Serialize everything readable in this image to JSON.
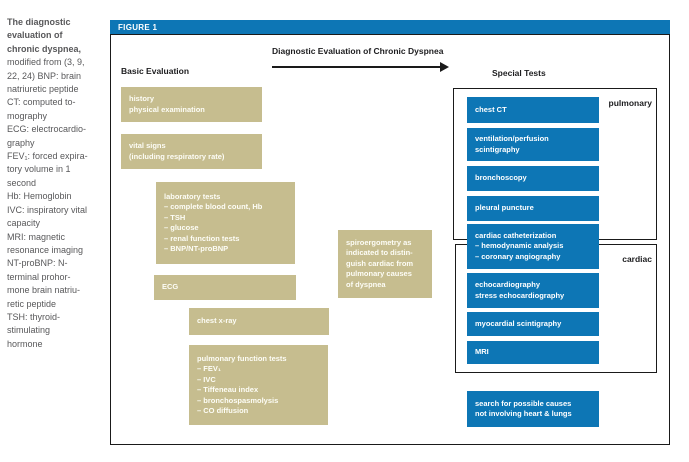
{
  "caption": {
    "lead": "The diagnostic\nevaluation of\nchronic dyspnea,",
    "body": "modified from (3, 9,\n22, 24) BNP: brain\nnatriuretic peptide\nCT: computed to-\nmography\nECG: electrocardio-\ngraphy\nFEV₁: forced expira-\ntory volume in 1\nsecond\nHb: Hemoglobin\nIVC: inspiratory vital\ncapacity\nMRI: magnetic\nresonance imaging\nNT-proBNP: N-\nterminal prohor-\nmone brain natriu-\nretic peptide\nTSH: thyroid-\nstimulating\nhormone"
  },
  "figure": {
    "header": "FIGURE 1",
    "title": "Diagnostic Evaluation of Chronic Dyspnea",
    "basic_label": "Basic Evaluation",
    "special_label": "Special Tests",
    "group_labels": {
      "pulmonary": "pulmonary",
      "cardiac": "cardiac"
    },
    "basic_boxes": [
      {
        "text": "history\nphysical examination"
      },
      {
        "text": "vital signs\n(including respiratory rate)"
      },
      {
        "text": "laboratory tests\n– complete blood count, Hb\n– TSH\n– glucose\n– renal function tests\n– BNP/NT-proBNP"
      },
      {
        "text": "ECG"
      },
      {
        "text": "chest x-ray"
      },
      {
        "text": "pulmonary function tests\n– FEV₁\n– IVC\n– Tiffeneau index\n– bronchospasmolysis\n– CO diffusion"
      }
    ],
    "middle_box": {
      "text": "spiroergometry as\nindicated to distin-\nguish cardiac from\npulmonary causes\nof dyspnea"
    },
    "special_boxes": [
      {
        "text": "chest CT"
      },
      {
        "text": "ventilation/perfusion\nscintigraphy"
      },
      {
        "text": "bronchoscopy"
      },
      {
        "text": "pleural puncture"
      },
      {
        "text": "cardiac catheterization\n– hemodynamic analysis\n– coronary angiography"
      },
      {
        "text": "echocardiography\nstress echocardiography"
      },
      {
        "text": "myocardial scintigraphy"
      },
      {
        "text": "MRI"
      }
    ],
    "footer_box": {
      "text": "search for possible causes\nnot involving heart & lungs"
    }
  },
  "colors": {
    "figure_blue": "#0d76b5",
    "basic_tan": "#c6bd8f",
    "caption_gray": "#58585a",
    "line_black": "#1a1a1a"
  }
}
